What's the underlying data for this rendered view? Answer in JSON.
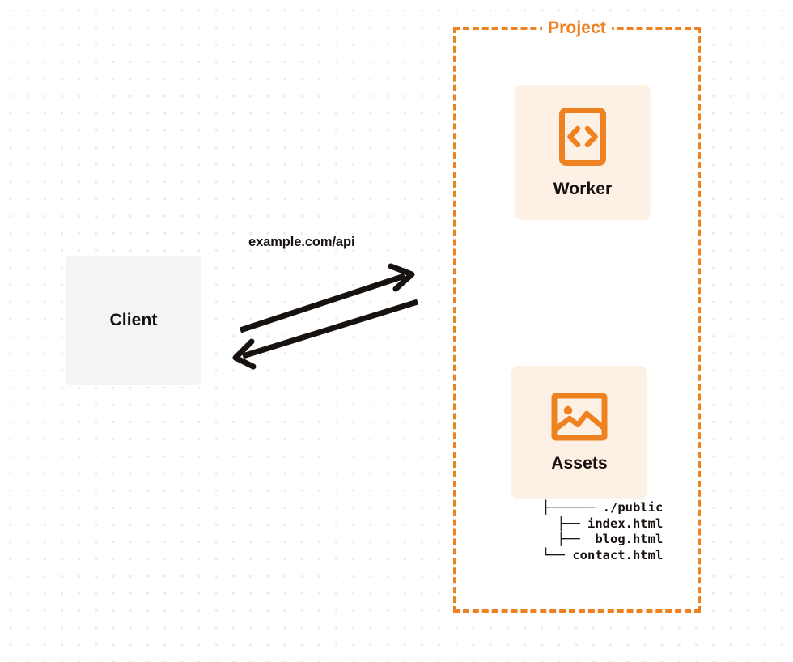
{
  "diagram": {
    "title": "Cloudflare Worker and Assets architecture",
    "background": {
      "style": "dot-grid",
      "dot_color": "#ebebeb",
      "page_color": "#ffffff"
    },
    "colors": {
      "accent_orange": "#ef8220",
      "node_fill_orange": "#fdf1e5",
      "node_fill_gray": "#f4f4f5",
      "text_dark": "#17120f",
      "arrow": "#17120f"
    },
    "client": {
      "label": "Client",
      "fill": "#f4f4f5"
    },
    "connection": {
      "label": "example.com/api",
      "direction": "bidirectional",
      "request_arrow": "arrow-right-icon",
      "response_arrow": "arrow-left-icon"
    },
    "project": {
      "label": "Project",
      "border_style": "dashed",
      "border_color": "#ef8220",
      "nodes": [
        {
          "id": "worker",
          "label": "Worker",
          "icon": "code-brackets-icon",
          "fill": "#fdf1e5"
        },
        {
          "id": "assets",
          "label": "Assets",
          "icon": "image-picture-icon",
          "fill": "#fdf1e5"
        }
      ],
      "file_tree": {
        "lines": [
          "├────── ./public",
          "      ├── index.html",
          "      ├──  blog.html",
          "      └── contact.html"
        ],
        "root": "./public",
        "files": [
          "index.html",
          "blog.html",
          "contact.html"
        ]
      }
    }
  }
}
